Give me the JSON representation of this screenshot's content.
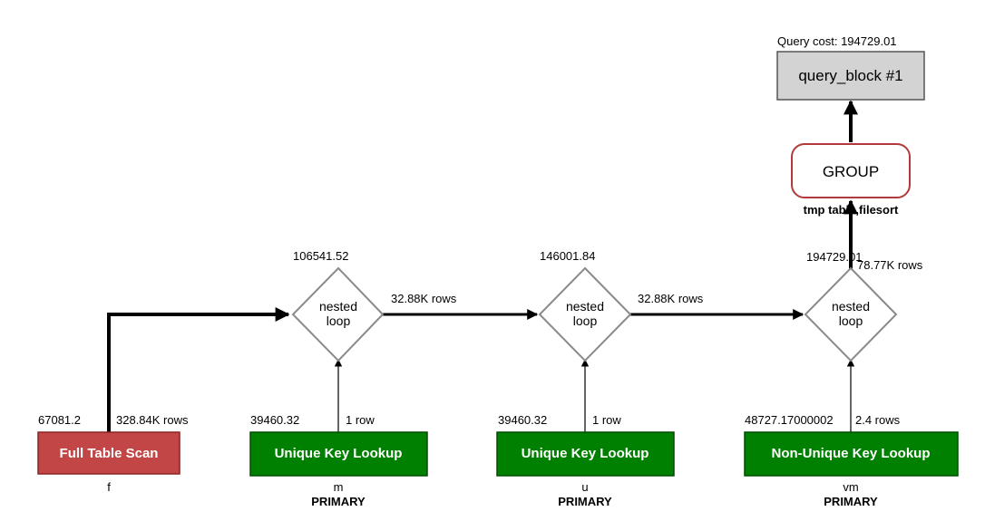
{
  "query_block": {
    "cost_label": "Query cost: 194729.01",
    "label": "query_block #1",
    "fill": "#d3d3d3"
  },
  "group": {
    "label": "GROUP",
    "sub_label": "tmp table,filesort",
    "border": "#b3393d"
  },
  "loops": [
    {
      "cost": "106541.52",
      "line1": "nested",
      "line2": "loop",
      "out_rows": "32.88K rows"
    },
    {
      "cost": "146001.84",
      "line1": "nested",
      "line2": "loop",
      "out_rows": "32.88K rows"
    },
    {
      "cost": "194729.01",
      "line1": "nested",
      "line2": "loop",
      "out_rows": "78.77K rows"
    }
  ],
  "access": [
    {
      "label": "Full Table Scan",
      "cost": "67081.2",
      "rows": "328.84K rows",
      "table": "f",
      "key": "",
      "fill": "#c34646",
      "border": "#8a2424"
    },
    {
      "label": "Unique Key Lookup",
      "cost": "39460.32",
      "rows": "1 row",
      "table": "m",
      "key": "PRIMARY",
      "fill": "#008000",
      "border": "#004d00"
    },
    {
      "label": "Unique Key Lookup",
      "cost": "39460.32",
      "rows": "1 row",
      "table": "u",
      "key": "PRIMARY",
      "fill": "#008000",
      "border": "#004d00"
    },
    {
      "label": "Non-Unique Key Lookup",
      "cost": "48727.17000002",
      "rows": "2.4 rows",
      "table": "vm",
      "key": "PRIMARY",
      "fill": "#008000",
      "border": "#004d00"
    }
  ]
}
